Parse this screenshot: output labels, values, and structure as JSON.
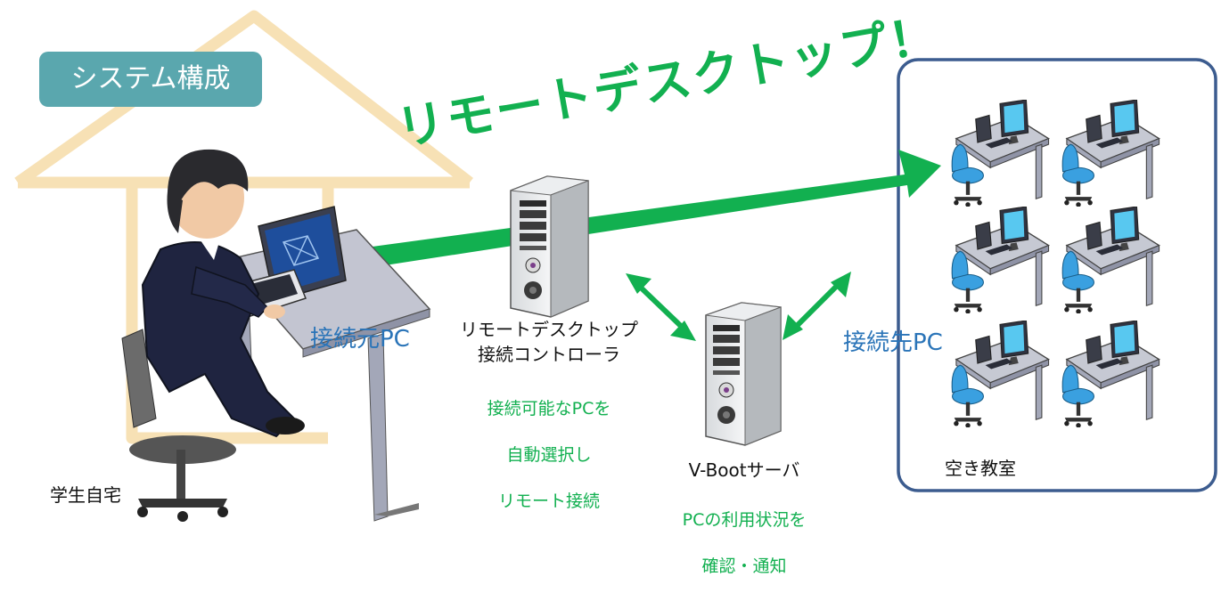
{
  "title_badge": "システム構成",
  "headline": "リモートデスクトップ！",
  "home": {
    "label": "学生自宅",
    "source_pc_label": "接続元PC"
  },
  "controller": {
    "label_line1": "リモートデスクトップ",
    "label_line2": "接続コントローラ",
    "note_line1": "接続可能なPCを",
    "note_line2": "自動選択し",
    "note_line3": "リモート接続"
  },
  "vboot": {
    "label": "V-Bootサーバ",
    "note_line1": "PCの利用状況を",
    "note_line2": "確認・通知"
  },
  "classroom": {
    "label": "空き教室",
    "dest_pc_label": "接続先PC"
  },
  "colors": {
    "green": "#12b050",
    "blue": "#2a74b8",
    "teal_badge": "#5aa7ae",
    "house_outline": "#f7e1b5",
    "classroom_border": "#3c5c8f"
  }
}
